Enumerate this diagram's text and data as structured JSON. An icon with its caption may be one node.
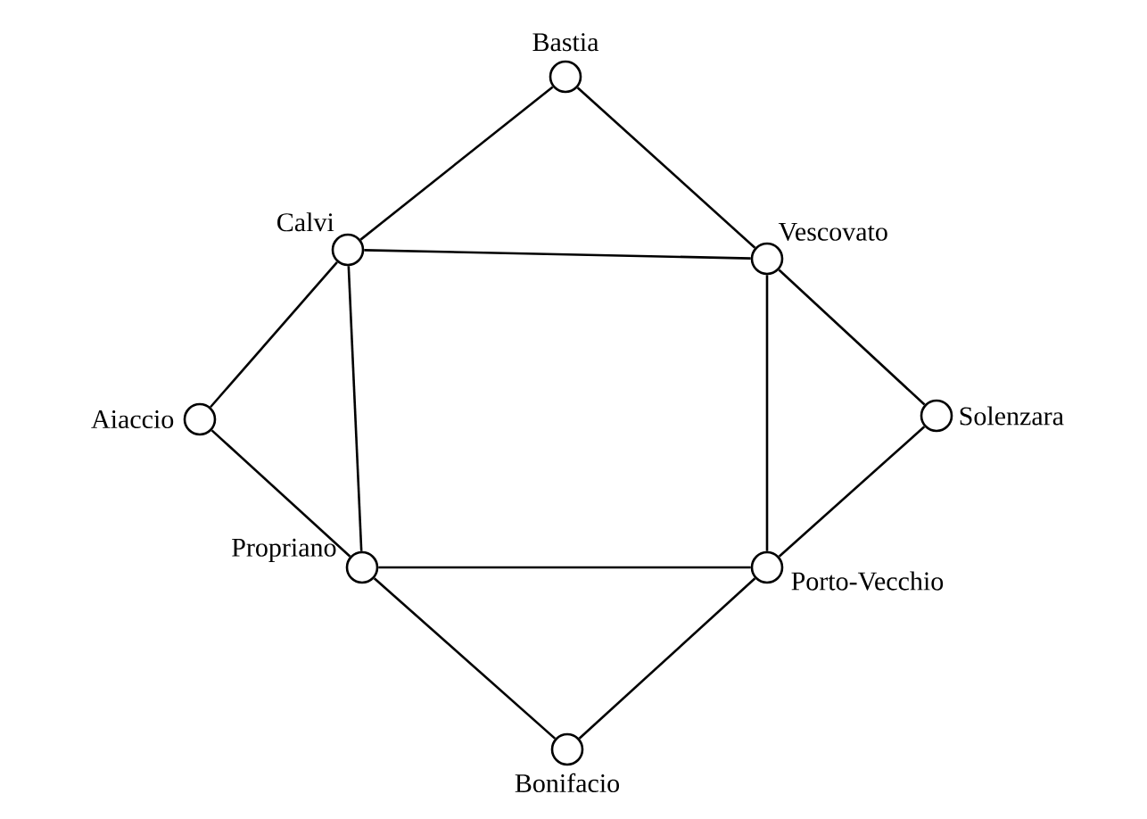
{
  "diagram": {
    "nodes": [
      {
        "text": [
          "Bastia"
        ]
      },
      {
        "text": [
          "Calvi"
        ]
      },
      {
        "text": [
          "Vescovato"
        ]
      },
      {
        "text": [
          "Aiaccio"
        ]
      },
      {
        "text": [
          "Solenzara"
        ]
      },
      {
        "text": [
          "Propriano"
        ]
      },
      {
        "text": [
          "Porto-Vecchio"
        ]
      },
      {
        "text": [
          "Bonifacio"
        ]
      }
    ],
    "edges": [
      {
        "from": 0,
        "to": 1,
        "arrow": "none"
      },
      {
        "from": 0,
        "to": 2,
        "arrow": "none"
      },
      {
        "from": 1,
        "to": 2,
        "arrow": "none"
      },
      {
        "from": 1,
        "to": 3,
        "arrow": "none"
      },
      {
        "from": 1,
        "to": 5,
        "arrow": "none"
      },
      {
        "from": 2,
        "to": 4,
        "arrow": "none"
      },
      {
        "from": 2,
        "to": 6,
        "arrow": "none"
      },
      {
        "from": 3,
        "to": 5,
        "arrow": "none"
      },
      {
        "from": 4,
        "to": 6,
        "arrow": "none"
      },
      {
        "from": 5,
        "to": 6,
        "arrow": "none"
      },
      {
        "from": 5,
        "to": 7,
        "arrow": "none"
      },
      {
        "from": 6,
        "to": 7,
        "arrow": "none"
      }
    ]
  }
}
